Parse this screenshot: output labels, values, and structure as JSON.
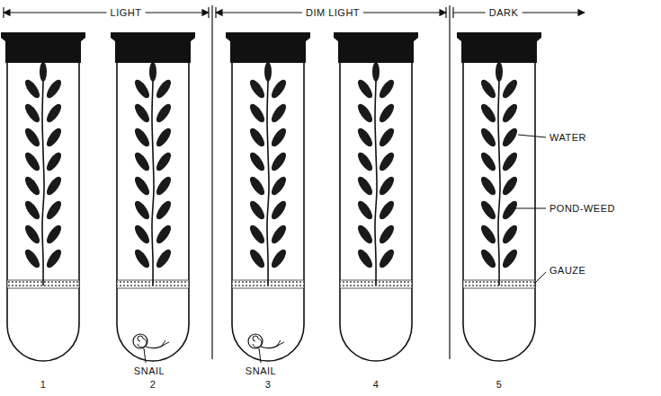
{
  "diagram": {
    "labels": [
      "LIGHT",
      "DIM LIGHT",
      "DARK",
      "WATER",
      "POND-WEED",
      "GAUZE",
      "SNAIL",
      "SNAIL",
      "1",
      "2",
      "3",
      "4",
      "5"
    ]
  }
}
